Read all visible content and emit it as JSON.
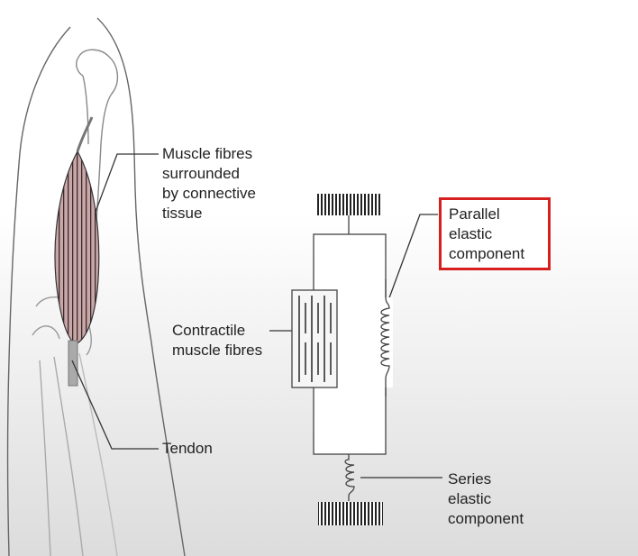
{
  "labels": {
    "muscle_fibres": [
      "Muscle fibres",
      "surrounded",
      "by connective",
      "tissue"
    ],
    "tendon": "Tendon",
    "contractile": [
      "Contractile",
      "muscle fibres"
    ],
    "parallel": [
      "Parallel",
      "elastic",
      "component"
    ],
    "series": [
      "Series",
      "elastic",
      "component"
    ]
  },
  "colors": {
    "line": "#444444",
    "muscle": "#c9a7a8",
    "highlight": "#d62020"
  }
}
